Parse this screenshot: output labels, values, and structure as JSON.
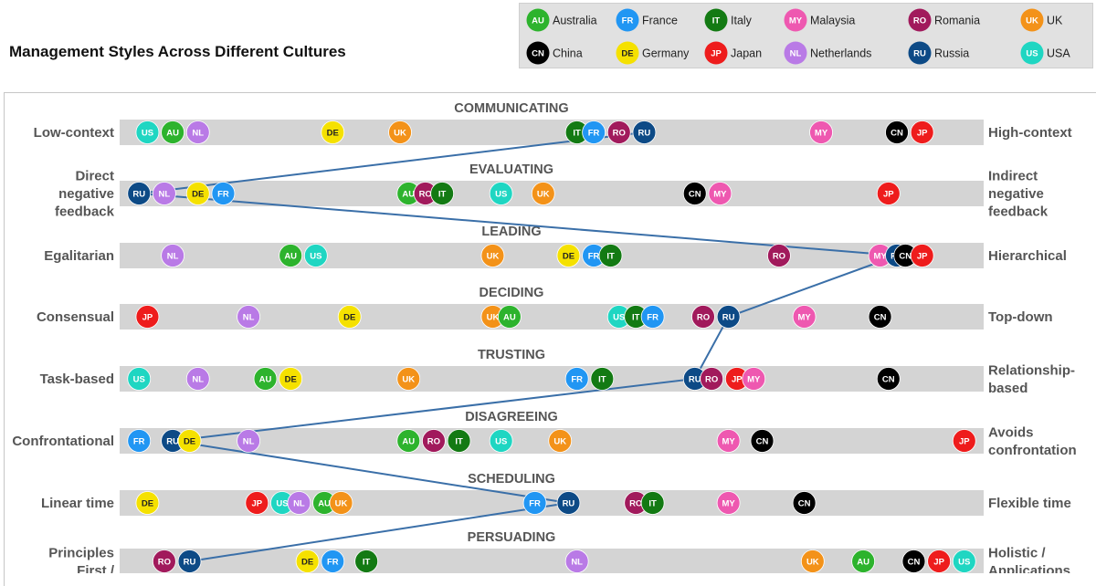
{
  "title": "Management Styles Across Different Cultures",
  "legend": [
    {
      "code": "AU",
      "name": "Australia",
      "color": "#2db32d"
    },
    {
      "code": "FR",
      "name": "France",
      "color": "#2196f3"
    },
    {
      "code": "IT",
      "name": "Italy",
      "color": "#137a13"
    },
    {
      "code": "MY",
      "name": "Malaysia",
      "color": "#ee58b0"
    },
    {
      "code": "RO",
      "name": "Romania",
      "color": "#a11a5c"
    },
    {
      "code": "UK",
      "name": "UK",
      "color": "#f39219"
    },
    {
      "code": "CN",
      "name": "China",
      "color": "#000000"
    },
    {
      "code": "DE",
      "name": "Germany",
      "color": "#f5e100"
    },
    {
      "code": "JP",
      "name": "Japan",
      "color": "#ee1c1c"
    },
    {
      "code": "NL",
      "name": "Netherlands",
      "color": "#b97ae6"
    },
    {
      "code": "RU",
      "name": "Russia",
      "color": "#0d4a86"
    },
    {
      "code": "US",
      "name": "USA",
      "color": "#1fd6c2"
    }
  ],
  "highlight_line_color": "#3a6fa8",
  "chart_data": {
    "type": "scatter",
    "title": "Management Styles Across Different Cultures",
    "xlim": [
      0,
      100
    ],
    "highlight_series": "RU",
    "scales": [
      {
        "name": "COMMUNICATING",
        "left": "Low-context",
        "right": "High-context",
        "points": {
          "US": 2,
          "AU": 5,
          "NL": 8,
          "DE": 24,
          "UK": 32,
          "IT": 53,
          "FR": 55,
          "RO": 58,
          "RU": 61,
          "MY": 82,
          "CN": 91,
          "JP": 94
        }
      },
      {
        "name": "EVALUATING",
        "left": "Direct negative feedback",
        "right": "Indirect negative feedback",
        "points": {
          "RU": 1,
          "NL": 4,
          "DE": 8,
          "FR": 11,
          "AU": 33,
          "RO": 35,
          "IT": 37,
          "US": 44,
          "UK": 49,
          "CN": 67,
          "MY": 70,
          "JP": 90
        }
      },
      {
        "name": "LEADING",
        "left": "Egalitarian",
        "right": "Hierarchical",
        "points": {
          "NL": 5,
          "AU": 19,
          "US": 22,
          "UK": 43,
          "DE": 52,
          "FR": 55,
          "IT": 57,
          "RO": 77,
          "MY": 89,
          "RU": 91,
          "CN": 92,
          "JP": 94
        }
      },
      {
        "name": "DECIDING",
        "left": "Consensual",
        "right": "Top-down",
        "points": {
          "JP": 2,
          "NL": 14,
          "DE": 26,
          "UK": 43,
          "AU": 45,
          "US": 58,
          "IT": 60,
          "FR": 62,
          "RO": 68,
          "RU": 71,
          "MY": 80,
          "CN": 89
        }
      },
      {
        "name": "TRUSTING",
        "left": "Task-based",
        "right": "Relationship-based",
        "points": {
          "US": 1,
          "NL": 8,
          "AU": 16,
          "DE": 19,
          "UK": 33,
          "FR": 53,
          "IT": 56,
          "RU": 67,
          "RO": 69,
          "JP": 72,
          "MY": 74,
          "CN": 90
        }
      },
      {
        "name": "DISAGREEING",
        "left": "Confrontational",
        "right": "Avoids confrontation",
        "points": {
          "FR": 1,
          "RU": 5,
          "DE": 7,
          "NL": 14,
          "AU": 33,
          "RO": 36,
          "IT": 39,
          "US": 44,
          "UK": 51,
          "MY": 71,
          "CN": 75,
          "JP": 99
        }
      },
      {
        "name": "SCHEDULING",
        "left": "Linear time",
        "right": "Flexible time",
        "points": {
          "DE": 2,
          "JP": 15,
          "US": 18,
          "NL": 20,
          "AU": 23,
          "UK": 25,
          "FR": 48,
          "RU": 52,
          "RO": 60,
          "IT": 62,
          "MY": 71,
          "CN": 80
        }
      },
      {
        "name": "PERSUADING",
        "left": "Principles First / ...",
        "right": "Holistic / Applications ...",
        "points": {
          "RO": 4,
          "RU": 7,
          "DE": 21,
          "FR": 24,
          "IT": 28,
          "NL": 53,
          "UK": 81,
          "AU": 87,
          "CN": 93,
          "JP": 96,
          "US": 99
        }
      }
    ]
  }
}
